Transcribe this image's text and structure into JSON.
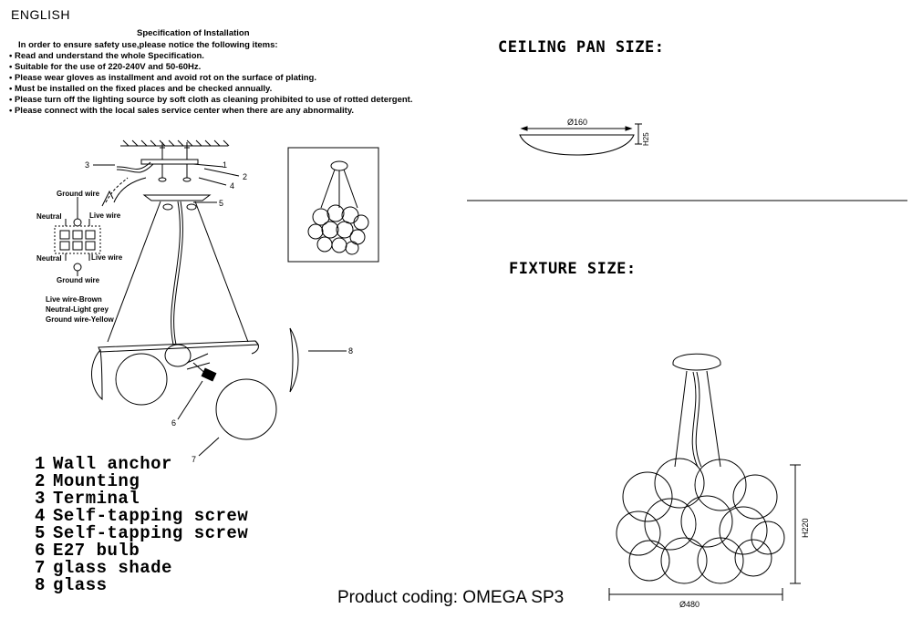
{
  "header": {
    "language": "ENGLISH",
    "spec_title": "Specification of Installation",
    "intro": "In order to ensure safety use,please notice the following items:",
    "bullets": [
      "Read and understand the whole Specification.",
      "Suitable for the use of 220-240V and 50-60Hz.",
      "Please wear gloves as installment and avoid rot on the surface of plating.",
      "Must be installed on the fixed places and be checked annually.",
      "Please turn off the lighting source by soft cloth as cleaning prohibited to use of rotted detergent.",
      "Please connect with the local sales service center when there are any abnormality."
    ]
  },
  "wiring": {
    "ground_top": "Ground wire",
    "neutral_top": "Neutral",
    "live_top": "Live wire",
    "neutral_bottom": "Neutral",
    "live_bottom": "Live wire",
    "ground_bottom": "Ground wire",
    "legend": [
      "Live wire-Brown",
      "Neutral-Light grey",
      "Ground wire-Yellow"
    ]
  },
  "callouts": [
    "1",
    "2",
    "3",
    "4",
    "5",
    "6",
    "7",
    "8"
  ],
  "parts": [
    {
      "num": "1",
      "label": "Wall anchor"
    },
    {
      "num": "2",
      "label": "Mounting"
    },
    {
      "num": "3",
      "label": "Terminal"
    },
    {
      "num": "4",
      "label": "Self-tapping screw"
    },
    {
      "num": "5",
      "label": "Self-tapping screw"
    },
    {
      "num": "6",
      "label": "E27 bulb"
    },
    {
      "num": "7",
      "label": "glass shade"
    },
    {
      "num": "8",
      "label": "glass"
    }
  ],
  "ceiling": {
    "heading": "CEILING PAN SIZE:",
    "diameter": "Ø160",
    "height": "H25"
  },
  "fixture": {
    "heading": "FIXTURE SIZE:",
    "diameter": "Ø480",
    "height": "H220"
  },
  "footer": {
    "product_coding": "Product coding: OMEGA SP3"
  }
}
